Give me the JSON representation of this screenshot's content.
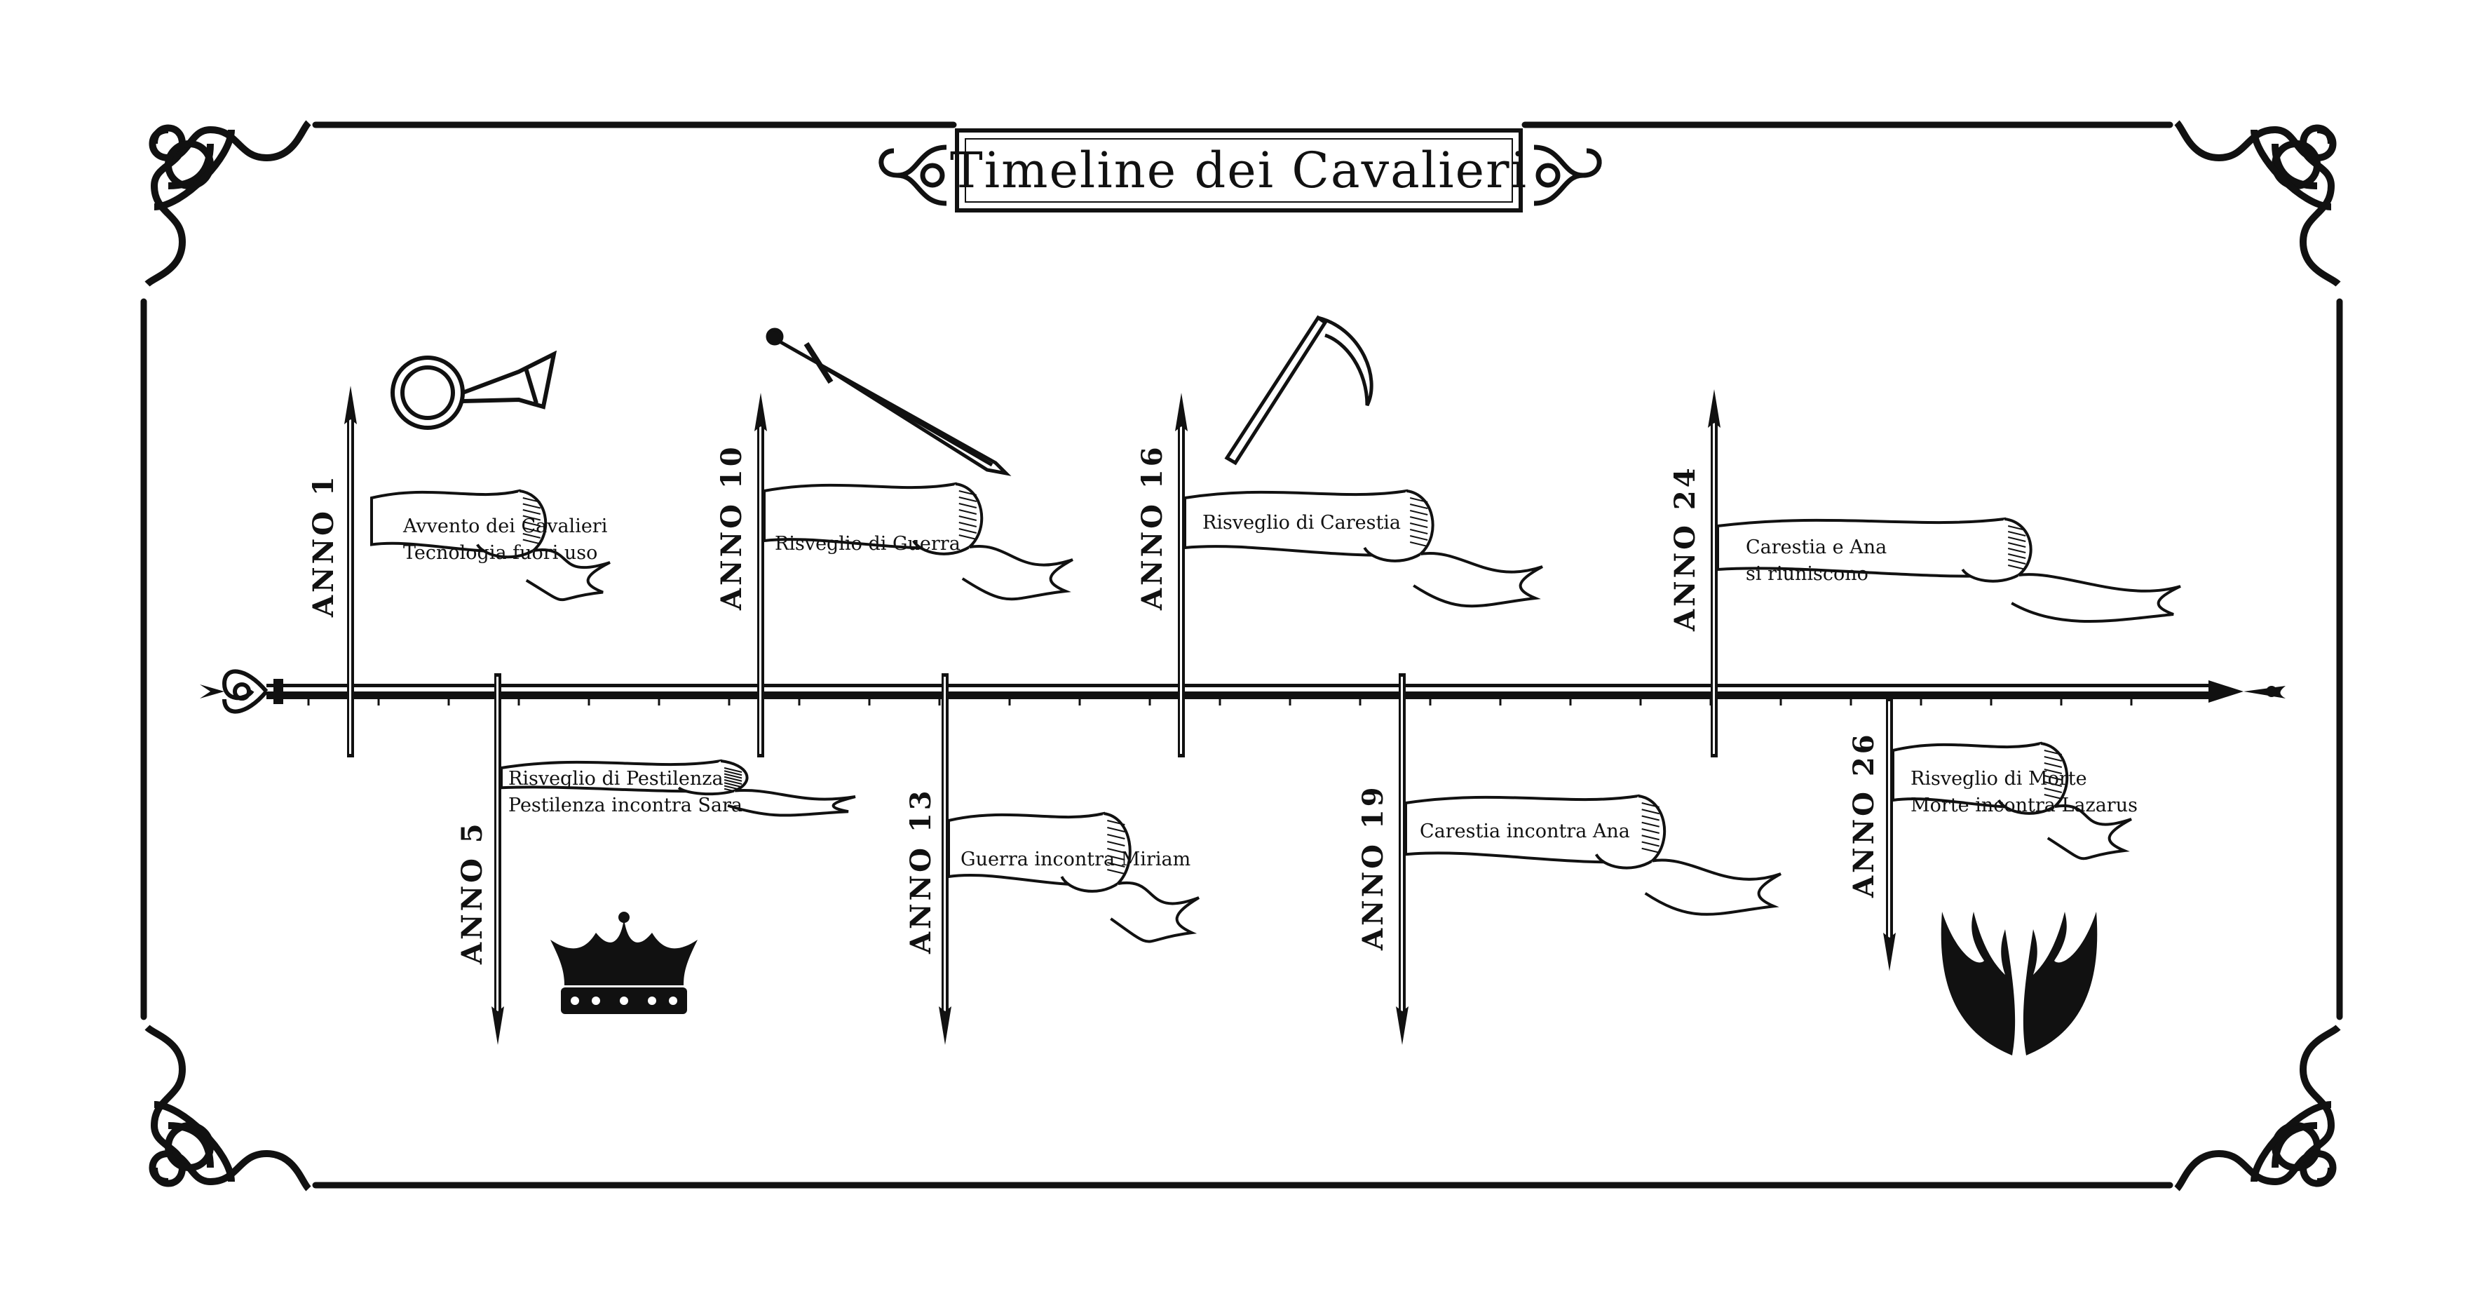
{
  "title": "Timeline dei Cavalieri",
  "events": [
    {
      "year": "ANNO 1",
      "lines": [
        "Avvento dei Cavalieri",
        "Tecnologia fuori uso"
      ],
      "icon": "horn-icon"
    },
    {
      "year": "ANNO 5",
      "lines": [
        "Risveglio di Pestilenza",
        "Pestilenza incontra Sara"
      ],
      "icon": "crown-icon"
    },
    {
      "year": "ANNO 10",
      "lines": [
        "Risveglio di Guerra"
      ],
      "icon": "sword-icon"
    },
    {
      "year": "ANNO 13",
      "lines": [
        "Guerra incontra Miriam"
      ],
      "icon": ""
    },
    {
      "year": "ANNO 16",
      "lines": [
        "Risveglio di Carestia"
      ],
      "icon": "scythe-icon"
    },
    {
      "year": "ANNO 19",
      "lines": [
        "Carestia incontra Ana"
      ],
      "icon": ""
    },
    {
      "year": "ANNO 24",
      "lines": [
        "Carestia e Ana",
        "si riuniscono"
      ],
      "icon": ""
    },
    {
      "year": "ANNO 26",
      "lines": [
        "Risveglio di Morte",
        "Morte incontra Lazarus"
      ],
      "icon": "wings-icon"
    }
  ]
}
